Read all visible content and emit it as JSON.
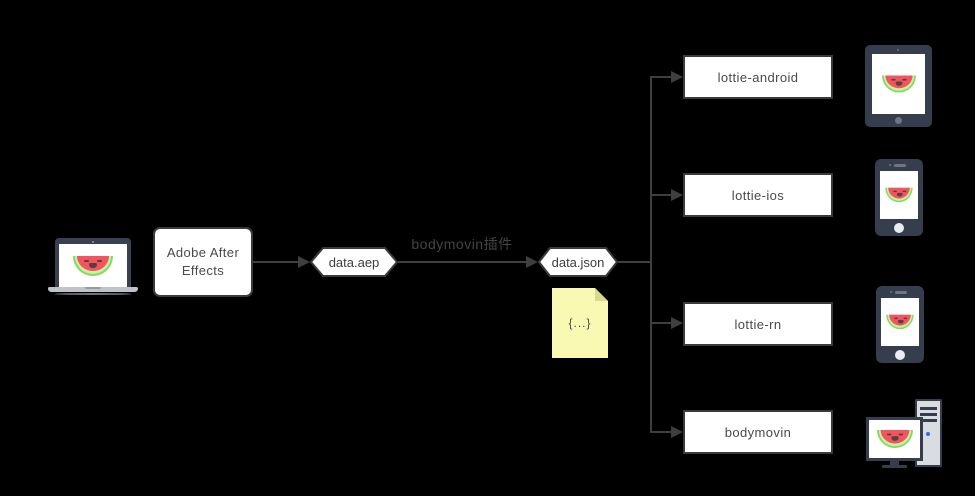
{
  "colors": {
    "background": "#000000",
    "connector": "#3f3f3f",
    "node_border": "#3a3a3a",
    "node_fill": "#ffffff",
    "node_text": "#4a4a4a",
    "note_fill": "#f9f9b4",
    "note_fold": "#d9d98f",
    "melon_red": "#f3545e",
    "melon_rind_green": "#82da60",
    "device_body": "#363d4c",
    "tower_fill": "#d9dde2",
    "power_led_blue": "#2e6ee0"
  },
  "nodes": {
    "source_app": "Adobe After Effects",
    "aep_file": "data.aep",
    "json_file": "data.json",
    "json_preview": "{...}"
  },
  "edge_label": "bodymovin插件",
  "targets": [
    {
      "label": "lottie-android",
      "device": "tablet"
    },
    {
      "label": "lottie-ios",
      "device": "phone"
    },
    {
      "label": "lottie-rn",
      "device": "phone"
    },
    {
      "label": "bodymovin",
      "device": "desktop"
    }
  ],
  "icons": [
    "laptop-watermelon-icon",
    "tablet-watermelon-icon",
    "phone-watermelon-icon",
    "desktop-watermelon-icon",
    "json-note-icon"
  ]
}
